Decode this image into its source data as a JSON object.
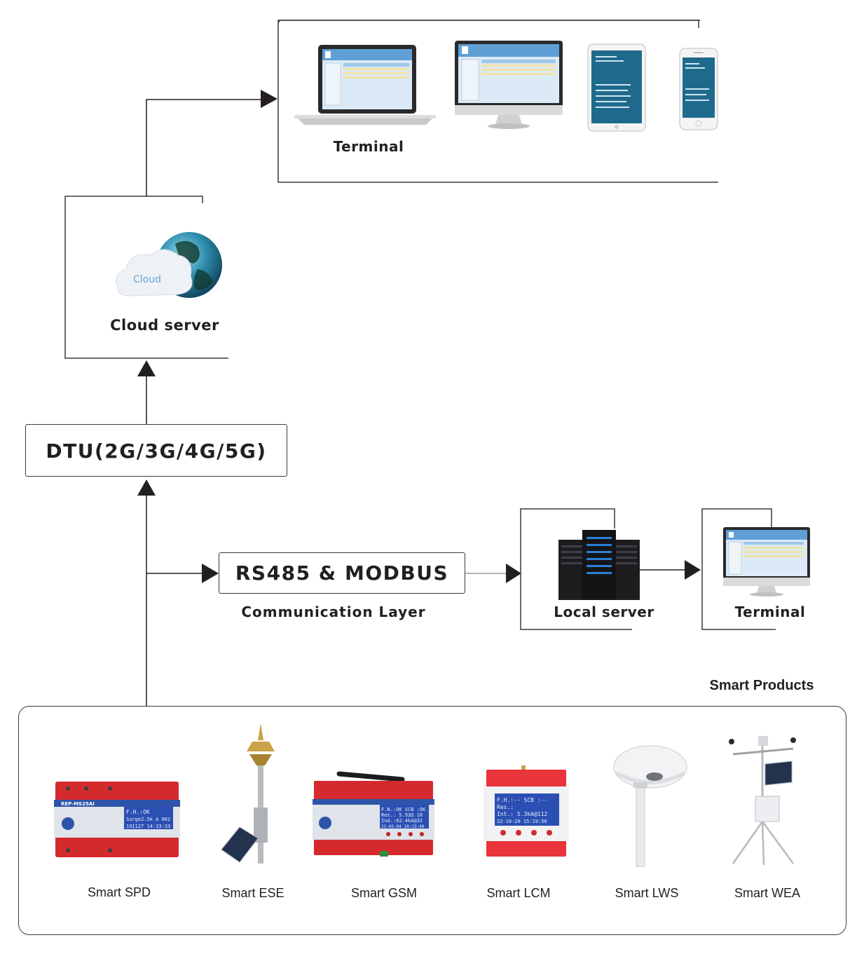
{
  "terminal_top": {
    "label": "Terminal"
  },
  "cloud": {
    "label": "Cloud server",
    "logo_text": "Cloud"
  },
  "dtu": {
    "label": "DTU(2G/3G/4G/5G)"
  },
  "rs485": {
    "label": "RS485 &  MODBUS",
    "sublabel": "Communication Layer"
  },
  "local_server": {
    "label": "Local server"
  },
  "terminal_local": {
    "label": "Terminal"
  },
  "products": {
    "title": "Smart Products",
    "items": [
      {
        "label": "Smart SPD",
        "screen": [
          "F.H.:OK",
          "Surge2.5k A 002",
          "191127 14:33:33"
        ],
        "model": "REP-MS25AI"
      },
      {
        "label": "Smart ESE"
      },
      {
        "label": "Smart GSM",
        "screen": [
          "F.N.:OK SCB :OK",
          "Res.: 5.93Ω 10",
          "Ind.:62.4kA@32",
          "21-05-04 10:15:40"
        ]
      },
      {
        "label": "Smart LCM",
        "screen": [
          "F.H.:-- SCB :--",
          "Res.:",
          "Int.: 5.3kA@112",
          "22-10-20 15:19:50"
        ]
      },
      {
        "label": "Smart LWS"
      },
      {
        "label": "Smart WEA"
      }
    ]
  },
  "colors": {
    "line": "#231f20",
    "device_red": "#d42a2e",
    "screen_blue": "#2b4fb3",
    "dark": "#1d1d1f"
  }
}
